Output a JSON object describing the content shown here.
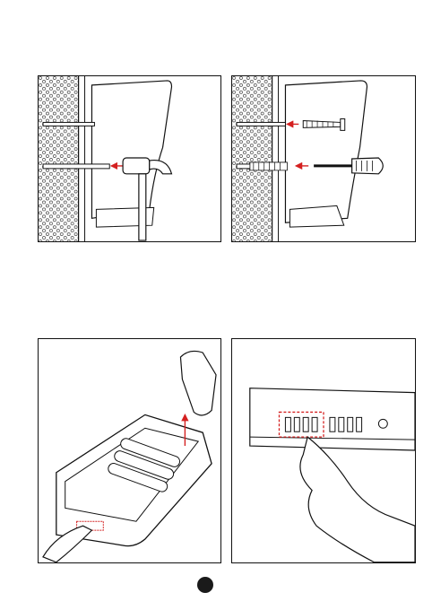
{
  "page": {
    "page_number": ""
  },
  "panels": [
    {
      "id": "wall-drill-anchor",
      "step_icons": [
        "hammer-icon",
        "arrow-icon"
      ]
    },
    {
      "id": "wall-screw-mount",
      "step_icons": [
        "screw-icon",
        "screwdriver-icon",
        "arrow-icon"
      ]
    },
    {
      "id": "battery-compartment",
      "step_icons": [
        "hand-icon",
        "battery-icon",
        "arrow-icon"
      ]
    },
    {
      "id": "dip-switch-setting",
      "step_icons": [
        "hand-icon",
        "switch-icon"
      ]
    }
  ],
  "colors": {
    "accent": "#d42020",
    "ink": "#111111"
  }
}
